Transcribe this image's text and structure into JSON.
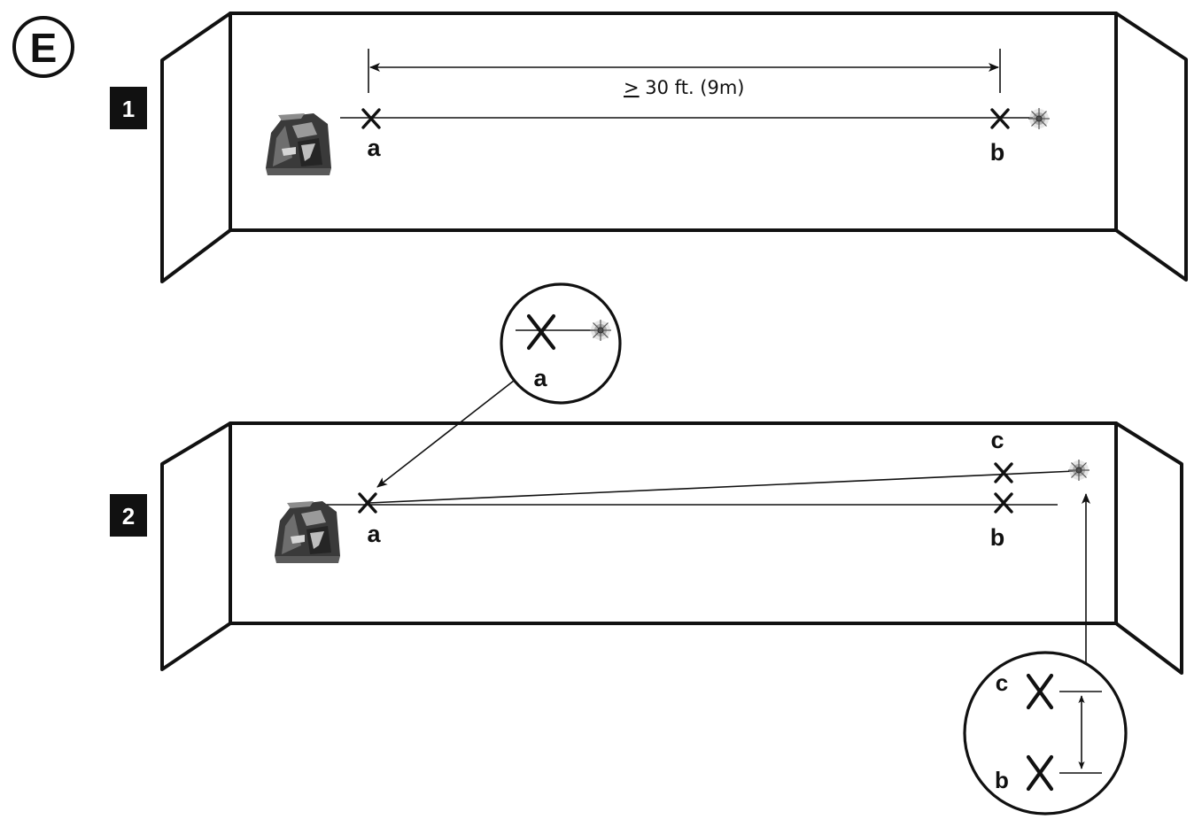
{
  "figure": {
    "letter": "E",
    "steps": [
      "1",
      "2"
    ]
  },
  "step1": {
    "distance_label": "> 30 ft. (9m)",
    "distance_symbol": ">",
    "distance_text": " 30 ft. (9m)",
    "point_a_label": "a",
    "point_b_label": "b"
  },
  "step2": {
    "point_a_label": "a",
    "point_b_label": "b",
    "point_c_label": "c",
    "zoom_a_label": "a",
    "zoom_c_label": "c",
    "zoom_b_label": "b"
  },
  "icons": {
    "laser_tool": "laser-level-icon",
    "laser_dot": "laser-dot-icon",
    "mark": "x-mark-icon"
  },
  "colors": {
    "line": "#111111",
    "tool_dark": "#3a3a3a",
    "tool_light": "#8c8c8c",
    "background": "#ffffff"
  }
}
